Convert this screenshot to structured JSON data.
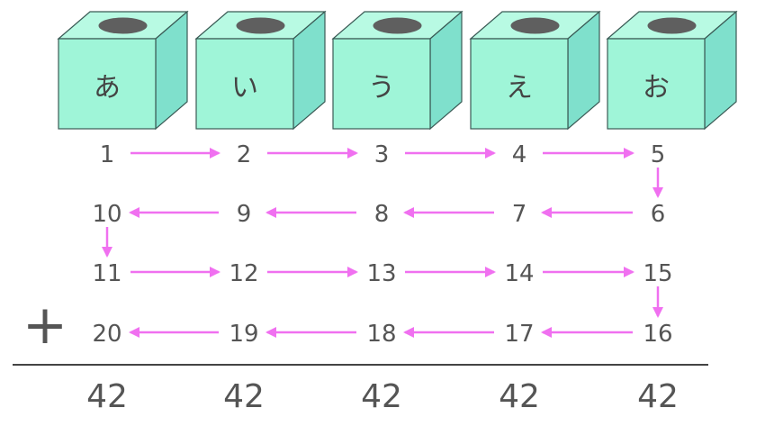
{
  "boxes": [
    {
      "label": "あ"
    },
    {
      "label": "い"
    },
    {
      "label": "う"
    },
    {
      "label": "え"
    },
    {
      "label": "お"
    }
  ],
  "rows": [
    [
      "1",
      "2",
      "3",
      "4",
      "5"
    ],
    [
      "10",
      "9",
      "8",
      "7",
      "6"
    ],
    [
      "11",
      "12",
      "13",
      "14",
      "15"
    ],
    [
      "20",
      "19",
      "18",
      "17",
      "16"
    ]
  ],
  "operator": "+",
  "totals": [
    "42",
    "42",
    "42",
    "42",
    "42"
  ],
  "colors": {
    "box_front": "#9ff5d8",
    "box_top": "#b8fae3",
    "box_side": "#7fe0cc",
    "box_edge": "#3a5a55",
    "slot": "#5f5f5f",
    "arrow": "#f070f0",
    "text": "#555555",
    "rule": "#444444"
  }
}
